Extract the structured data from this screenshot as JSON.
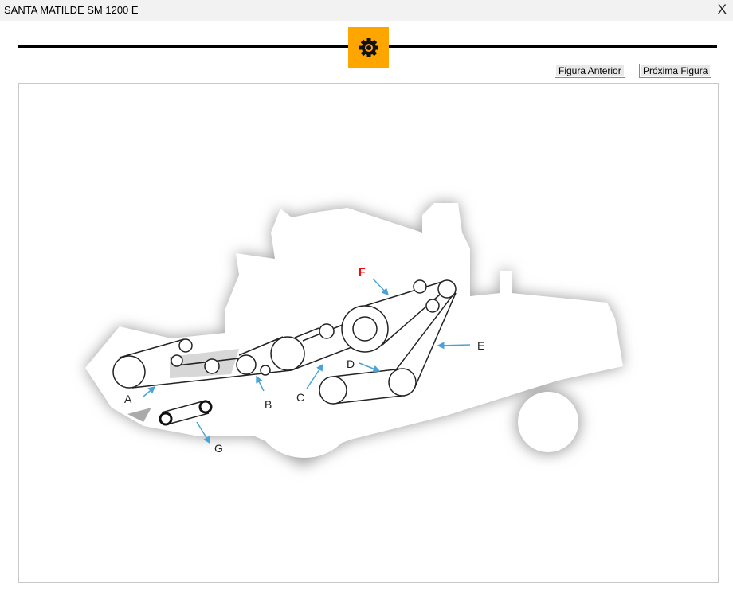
{
  "window": {
    "title": "SANTA MATILDE SM 1200 E",
    "close_label": "X"
  },
  "header": {
    "icon": "gear-icon",
    "accent_color": "#ffa500"
  },
  "nav": {
    "prev_label": "Figura Anterior",
    "next_label": "Próxima Figura"
  },
  "figure": {
    "labels": {
      "A": "A",
      "B": "B",
      "C": "C",
      "D": "D",
      "E": "E",
      "F": "F",
      "G": "G"
    },
    "highlight_color": "#ff0000",
    "arrow_color": "#4aa3d8"
  }
}
